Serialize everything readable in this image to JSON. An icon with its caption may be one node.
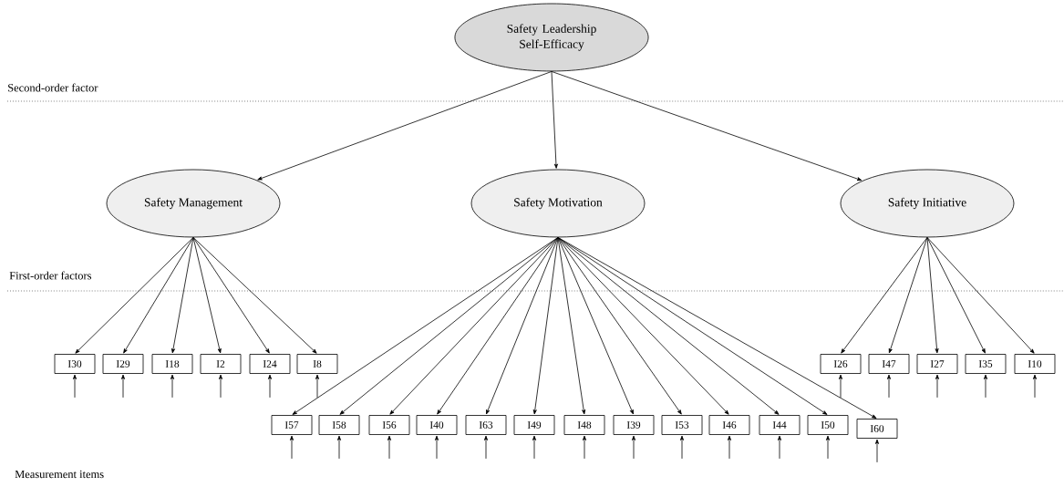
{
  "diagram": {
    "nodes": [
      {
        "text": [
          "Safety Leadership Self-Efficacy"
        ]
      },
      {
        "text": [
          "Safety Management"
        ]
      },
      {
        "text": [
          "Safety Motivation"
        ]
      },
      {
        "text": [
          "Safety Initiative"
        ]
      },
      {
        "text": [
          "I30"
        ]
      },
      {
        "text": [
          "I29"
        ]
      },
      {
        "text": [
          "I18"
        ]
      },
      {
        "text": [
          "I2"
        ]
      },
      {
        "text": [
          "I24"
        ]
      },
      {
        "text": [
          "I8"
        ]
      },
      {
        "text": [
          "I57"
        ]
      },
      {
        "text": [
          "I58"
        ]
      },
      {
        "text": [
          "I56"
        ]
      },
      {
        "text": [
          "I40"
        ]
      },
      {
        "text": [
          "I63"
        ]
      },
      {
        "text": [
          "I49"
        ]
      },
      {
        "text": [
          "I48"
        ]
      },
      {
        "text": [
          "I39"
        ]
      },
      {
        "text": [
          "I53"
        ]
      },
      {
        "text": [
          "I46"
        ]
      },
      {
        "text": [
          "I44"
        ]
      },
      {
        "text": [
          "I50"
        ]
      },
      {
        "text": [
          "I60"
        ]
      },
      {
        "text": [
          "I26"
        ]
      },
      {
        "text": [
          "I47"
        ]
      },
      {
        "text": [
          "I27"
        ]
      },
      {
        "text": [
          "I35"
        ]
      },
      {
        "text": [
          "I10"
        ]
      }
    ],
    "edges": [
      {
        "from": 0,
        "to": 1,
        "arrow": "to"
      },
      {
        "from": 0,
        "to": 2,
        "arrow": "to"
      },
      {
        "from": 0,
        "to": 3,
        "arrow": "to"
      },
      {
        "from": 1,
        "to": 4,
        "arrow": "to"
      },
      {
        "from": 1,
        "to": 5,
        "arrow": "to"
      },
      {
        "from": 1,
        "to": 6,
        "arrow": "to"
      },
      {
        "from": 1,
        "to": 7,
        "arrow": "to"
      },
      {
        "from": 1,
        "to": 8,
        "arrow": "to"
      },
      {
        "from": 1,
        "to": 9,
        "arrow": "to"
      },
      {
        "from": 2,
        "to": 10,
        "arrow": "to"
      },
      {
        "from": 2,
        "to": 11,
        "arrow": "to"
      },
      {
        "from": 2,
        "to": 12,
        "arrow": "to"
      },
      {
        "from": 2,
        "to": 13,
        "arrow": "to"
      },
      {
        "from": 2,
        "to": 14,
        "arrow": "to"
      },
      {
        "from": 2,
        "to": 15,
        "arrow": "to"
      },
      {
        "from": 2,
        "to": 16,
        "arrow": "to"
      },
      {
        "from": 2,
        "to": 17,
        "arrow": "to"
      },
      {
        "from": 2,
        "to": 18,
        "arrow": "to"
      },
      {
        "from": 2,
        "to": 19,
        "arrow": "to"
      },
      {
        "from": 2,
        "to": 20,
        "arrow": "to"
      },
      {
        "from": 2,
        "to": 21,
        "arrow": "to"
      },
      {
        "from": 2,
        "to": 22,
        "arrow": "to"
      },
      {
        "from": 3,
        "to": 23,
        "arrow": "to"
      },
      {
        "from": 3,
        "to": 24,
        "arrow": "to"
      },
      {
        "from": 3,
        "to": 25,
        "arrow": "to"
      },
      {
        "from": 3,
        "to": 26,
        "arrow": "to"
      },
      {
        "from": 3,
        "to": 27,
        "arrow": "to"
      },
      {
        "from": null,
        "to": 4,
        "arrow": "to"
      },
      {
        "from": null,
        "to": 5,
        "arrow": "to"
      },
      {
        "from": null,
        "to": 6,
        "arrow": "to"
      },
      {
        "from": null,
        "to": 7,
        "arrow": "to"
      },
      {
        "from": null,
        "to": 8,
        "arrow": "to"
      },
      {
        "from": null,
        "to": 9,
        "arrow": "to"
      },
      {
        "from": null,
        "to": 10,
        "arrow": "to"
      },
      {
        "from": null,
        "to": 11,
        "arrow": "to"
      },
      {
        "from": null,
        "to": 12,
        "arrow": "to"
      },
      {
        "from": null,
        "to": 13,
        "arrow": "to"
      },
      {
        "from": null,
        "to": 14,
        "arrow": "to"
      },
      {
        "from": null,
        "to": 15,
        "arrow": "to"
      },
      {
        "from": null,
        "to": 16,
        "arrow": "to"
      },
      {
        "from": null,
        "to": 17,
        "arrow": "to"
      },
      {
        "from": null,
        "to": 18,
        "arrow": "to"
      },
      {
        "from": null,
        "to": 19,
        "arrow": "to"
      },
      {
        "from": null,
        "to": 20,
        "arrow": "to"
      },
      {
        "from": null,
        "to": 21,
        "arrow": "to"
      },
      {
        "from": null,
        "to": 22,
        "arrow": "to"
      },
      {
        "from": null,
        "to": 23,
        "arrow": "to"
      },
      {
        "from": null,
        "to": 24,
        "arrow": "to"
      },
      {
        "from": null,
        "to": 25,
        "arrow": "to"
      },
      {
        "from": null,
        "to": 26,
        "arrow": "to"
      },
      {
        "from": null,
        "to": 27,
        "arrow": "to"
      }
    ],
    "labels": [
      "Second-order factor",
      "First-order factors",
      "Measurement items"
    ]
  }
}
